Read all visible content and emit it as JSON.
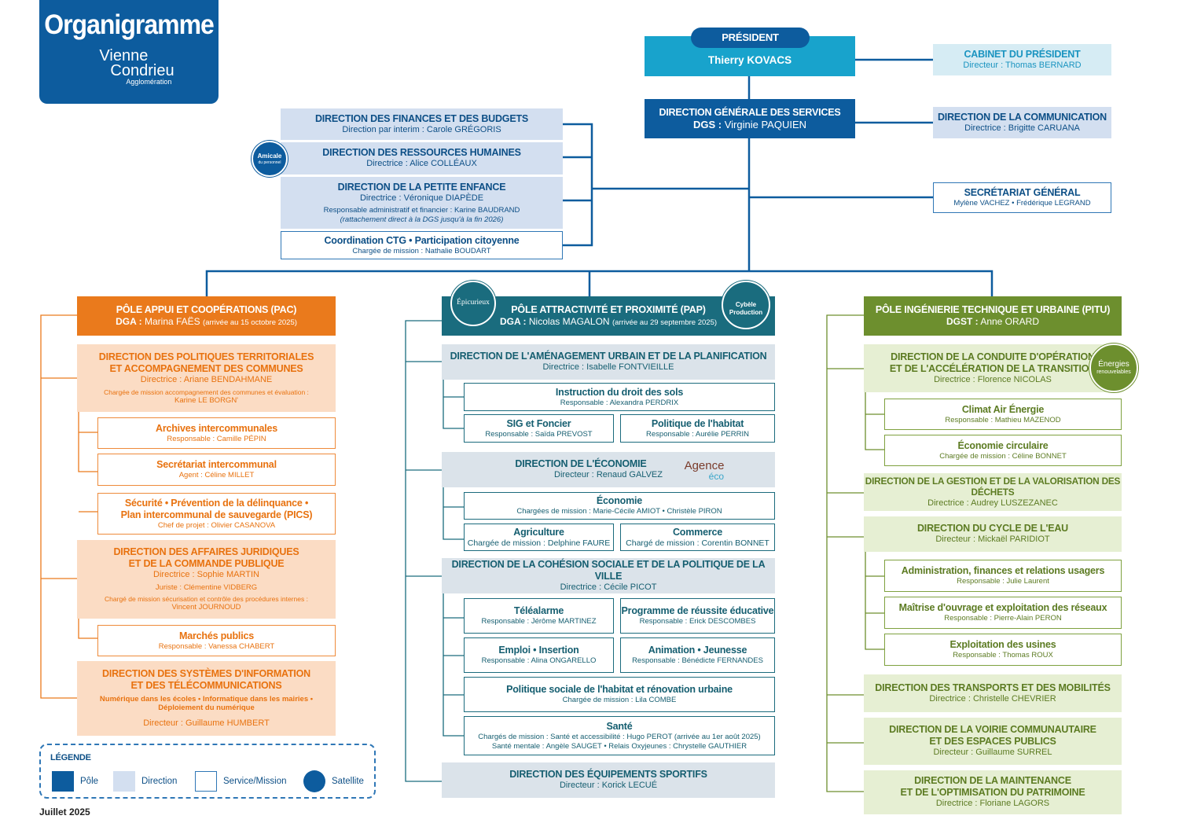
{
  "header": {
    "title": "Organigramme",
    "logo": {
      "line1": "Vienne",
      "line2": "Condrieu",
      "line3": "Agglomération"
    }
  },
  "date": "Juillet 2025",
  "colors": {
    "navy": "#0d5c9e",
    "cyan": "#18a3cc",
    "orange": "#ea7a1c",
    "teal": "#1a6c7e",
    "green": "#6d8f2e"
  },
  "president": {
    "label": "PRÉSIDENT",
    "name": "Thierry KOVACS"
  },
  "cabinet": {
    "title": "CABINET DU PRÉSIDENT",
    "role": "Directeur :",
    "name": "Thomas BERNARD"
  },
  "dgs": {
    "title": "DIRECTION GÉNÉRALE DES SERVICES",
    "role": "DGS :",
    "name": "Virginie PAQUIEN"
  },
  "communication": {
    "title": "DIRECTION DE LA COMMUNICATION",
    "role": "Directrice :",
    "name": "Brigitte CARUANA"
  },
  "secretariat": {
    "title": "SECRÉTARIAT GÉNÉRAL",
    "names": "Mylène VACHEZ • Frédérique LEGRAND"
  },
  "amicale": {
    "line1": "Amicale",
    "line2": "du personnel"
  },
  "left_dirs": {
    "finances": {
      "title": "DIRECTION DES FINANCES ET DES BUDGETS",
      "role": "Direction par interim :",
      "name": "Carole GRÉGORIS"
    },
    "rh": {
      "title": "DIRECTION DES RESSOURCES HUMAINES",
      "role": "Directrice :",
      "name": "Alice COLLÉAUX"
    },
    "enfance": {
      "title": "DIRECTION DE LA PETITE ENFANCE",
      "role": "Directrice :",
      "name": "Véronique DIAPÈDE",
      "resp": "Responsable administratif et financier : Karine BAUDRAND",
      "note": "(rattachement direct à la DGS jusqu'à la fin 2026)"
    },
    "ctg": {
      "title": "Coordination CTG • Participation citoyenne",
      "role": "Chargée de mission :",
      "name": "Nathalie BOUDART"
    }
  },
  "pac": {
    "title": "PÔLE APPUI ET COOPÉRATIONS (PAC)",
    "role": "DGA :",
    "name": "Marina FAËS",
    "note": "(arrivée au 15 octobre 2025)",
    "politiques": {
      "title1": "DIRECTION DES POLITIQUES TERRITORIALES",
      "title2": "ET ACCOMPAGNEMENT DES COMMUNES",
      "role": "Directrice :",
      "name": "Ariane BENDAHMANE",
      "extra1": "Chargée de mission accompagnement des communes et évaluation :",
      "extra2": "Karine LE BORGN'"
    },
    "archives": {
      "title": "Archives intercommunales",
      "role": "Responsable :",
      "name": "Camille PÉPIN"
    },
    "secretariat": {
      "title": "Secrétariat intercommunal",
      "role": "Agent :",
      "name": "Céline MILLET"
    },
    "securite": {
      "title1": "Sécurité • Prévention de la délinquance •",
      "title2": "Plan intercommunal de sauvegarde (PICS)",
      "role": "Chef de projet :",
      "name": "Olivier CASANOVA"
    },
    "juridique": {
      "title1": "DIRECTION DES AFFAIRES JURIDIQUES",
      "title2": "ET DE LA COMMANDE PUBLIQUE",
      "role": "Directrice :",
      "name": "Sophie MARTIN",
      "juriste": "Juriste : Clémentine VIDBERG",
      "extra1": "Chargé de mission sécurisation et contrôle des procédures internes :",
      "extra2": "Vincent JOURNOUD"
    },
    "marches": {
      "title": "Marchés publics",
      "role": "Responsable :",
      "name": "Vanessa CHABERT"
    },
    "si": {
      "title1": "DIRECTION DES SYSTÈMES D'INFORMATION",
      "title2": "ET DES TÉLÉCOMMUNICATIONS",
      "sub1": "Numérique dans les écoles • Informatique dans les mairies •",
      "sub2": "Déploiement du numérique",
      "role": "Directeur :",
      "name": "Guillaume HUMBERT"
    }
  },
  "pap": {
    "title": "PÔLE ATTRACTIVITÉ ET PROXIMITÉ (PAP)",
    "role": "DGA :",
    "name": "Nicolas MAGALON",
    "note": "(arrivée au 29 septembre 2025)",
    "badge_left": "Épicurieux",
    "badge_right1": "Cybèle",
    "badge_right2": "Production",
    "amenagement": {
      "title": "DIRECTION DE L'AMÉNAGEMENT URBAIN ET DE LA PLANIFICATION",
      "role": "Directrice :",
      "name": "Isabelle FONTVIEILLE"
    },
    "sols": {
      "title": "Instruction du droit des sols",
      "role": "Responsable :",
      "name": "Alexandra PERDRIX"
    },
    "sig": {
      "title": "SIG et Foncier",
      "role": "Responsable :",
      "name": "Saïda PREVOST"
    },
    "habitat": {
      "title": "Politique de l'habitat",
      "role": "Responsable :",
      "name": "Aurélie PERRIN"
    },
    "economie_dir": {
      "title": "DIRECTION DE L'ÉCONOMIE",
      "role": "Directeur :",
      "name": "Renaud GALVEZ",
      "badge1": "Agence",
      "badge2": "éco"
    },
    "economie": {
      "title": "Économie",
      "role": "Chargées de mission :",
      "name": "Marie-Cécile AMIOT • Christèle PIRON"
    },
    "agriculture": {
      "title": "Agriculture",
      "role": "Chargée de mission :",
      "name": "Delphine FAURE"
    },
    "commerce": {
      "title": "Commerce",
      "role": "Chargé de mission :",
      "name": "Corentin BONNET"
    },
    "cohesion": {
      "title": "DIRECTION DE LA COHÉSION SOCIALE ET DE LA POLITIQUE DE LA VILLE",
      "role": "Directrice :",
      "name": "Cécile PICOT"
    },
    "telealarme": {
      "title": "Téléalarme",
      "role": "Responsable :",
      "name": "Jérôme MARTINEZ"
    },
    "reussite": {
      "title": "Programme de réussite éducative",
      "role": "Responsable :",
      "name": "Erick DESCOMBES"
    },
    "emploi": {
      "title": "Emploi • Insertion",
      "role": "Responsable :",
      "name": "Alina ONGARELLO"
    },
    "animation": {
      "title": "Animation • Jeunesse",
      "role": "Responsable :",
      "name": "Bénédicte FERNANDES"
    },
    "renovation": {
      "title": "Politique sociale de l'habitat et rénovation urbaine",
      "role": "Chargée de mission :",
      "name": "Lila COMBE"
    },
    "sante": {
      "title": "Santé",
      "line1": "Chargés de mission : Santé et accessibilité : Hugo PEROT (arrivée au 1er août 2025)",
      "line2": "Santé mentale : Angèle SAUGET • Relais Oxyjeunes : Chrystelle GAUTHIER"
    },
    "sport": {
      "title": "DIRECTION DES ÉQUIPEMENTS SPORTIFS",
      "role": "Directeur :",
      "name": "Korick LECUÉ"
    }
  },
  "pitu": {
    "title": "PÔLE INGÉNIERIE TECHNIQUE ET URBAINE (PITU)",
    "role": "DGST :",
    "name": "Anne ORARD",
    "badge1": "Énergies",
    "badge2": "renouvelables",
    "transition": {
      "title1": "DIRECTION DE LA CONDUITE D'OPÉRATION",
      "title2": "ET DE L'ACCÉLÉRATION DE LA TRANSITION",
      "role": "Directrice :",
      "name": "Florence NICOLAS"
    },
    "climat": {
      "title": "Climat Air Énergie",
      "role": "Responsable :",
      "name": "Mathieu MAZENOD"
    },
    "circulaire": {
      "title": "Économie circulaire",
      "role": "Chargée de mission :",
      "name": "Céline BONNET"
    },
    "dechets": {
      "title": "DIRECTION DE LA GESTION ET DE LA VALORISATION DES DÉCHETS",
      "role": "Directrice :",
      "name": "Audrey LUSZEZANEC"
    },
    "eau": {
      "title": "DIRECTION DU CYCLE DE L'EAU",
      "role": "Directeur :",
      "name": "Mickaël PARIDIOT"
    },
    "admin": {
      "title": "Administration, finances et relations usagers",
      "role": "Responsable :",
      "name": "Julie Laurent"
    },
    "ouvrage": {
      "title": "Maîtrise d'ouvrage et exploitation des réseaux",
      "role": "Responsable :",
      "name": "Pierre-Alain PERON"
    },
    "usines": {
      "title": "Exploitation des usines",
      "role": "Responsable :",
      "name": "Thomas ROUX"
    },
    "transports": {
      "title": "DIRECTION DES TRANSPORTS ET DES MOBILITÉS",
      "role": "Directrice :",
      "name": "Christelle CHEVRIER"
    },
    "voirie": {
      "title1": "DIRECTION DE LA VOIRIE COMMUNAUTAIRE",
      "title2": "ET DES ESPACES PUBLICS",
      "role": "Directeur :",
      "name": "Guillaume SURREL"
    },
    "patrimoine": {
      "title1": "DIRECTION DE LA MAINTENANCE",
      "title2": "ET DE L'OPTIMISATION DU PATRIMOINE",
      "role": "Directrice :",
      "name": "Floriane LAGORS"
    }
  },
  "legend": {
    "title": "LÉGENDE",
    "pole": "Pôle",
    "direction": "Direction",
    "service": "Service/Mission",
    "satellite": "Satellite"
  }
}
